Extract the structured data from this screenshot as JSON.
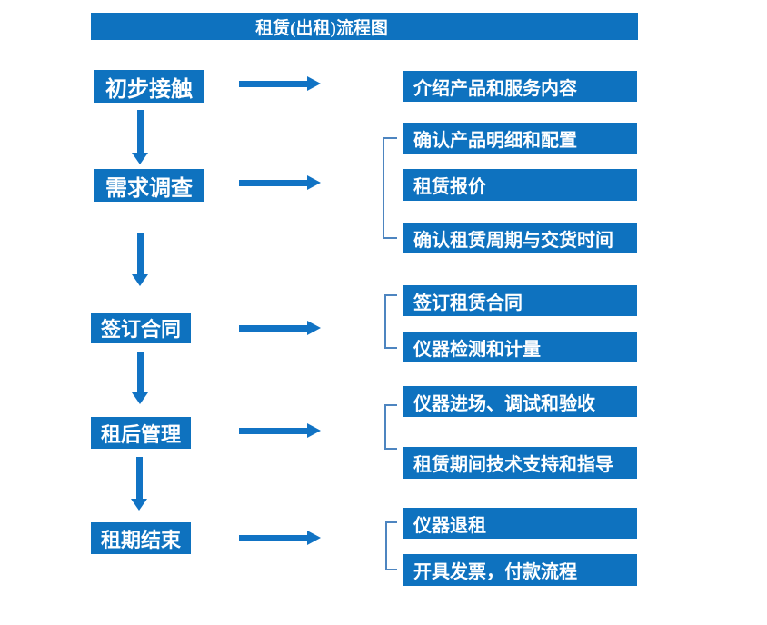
{
  "title": "租赁(出租)流程图",
  "colors": {
    "box_blue": "#0e72bf",
    "arrow_blue": "#1173c4",
    "bracket_blue": "#4d85c0",
    "text_white": "#ffffff"
  },
  "steps": [
    {
      "label": "初步接触",
      "details": [
        "介绍产品和服务内容"
      ]
    },
    {
      "label": "需求调查",
      "details": [
        "确认产品明细和配置",
        "租赁报价",
        "确认租赁周期与交货时间"
      ]
    },
    {
      "label": "签订合同",
      "details": [
        "签订租赁合同",
        "仪器检测和计量"
      ]
    },
    {
      "label": "租后管理",
      "details": [
        "仪器进场、调试和验收",
        "租赁期间技术支持和指导"
      ]
    },
    {
      "label": "租期结束",
      "details": [
        "仪器退租",
        "开具发票，付款流程"
      ]
    }
  ]
}
